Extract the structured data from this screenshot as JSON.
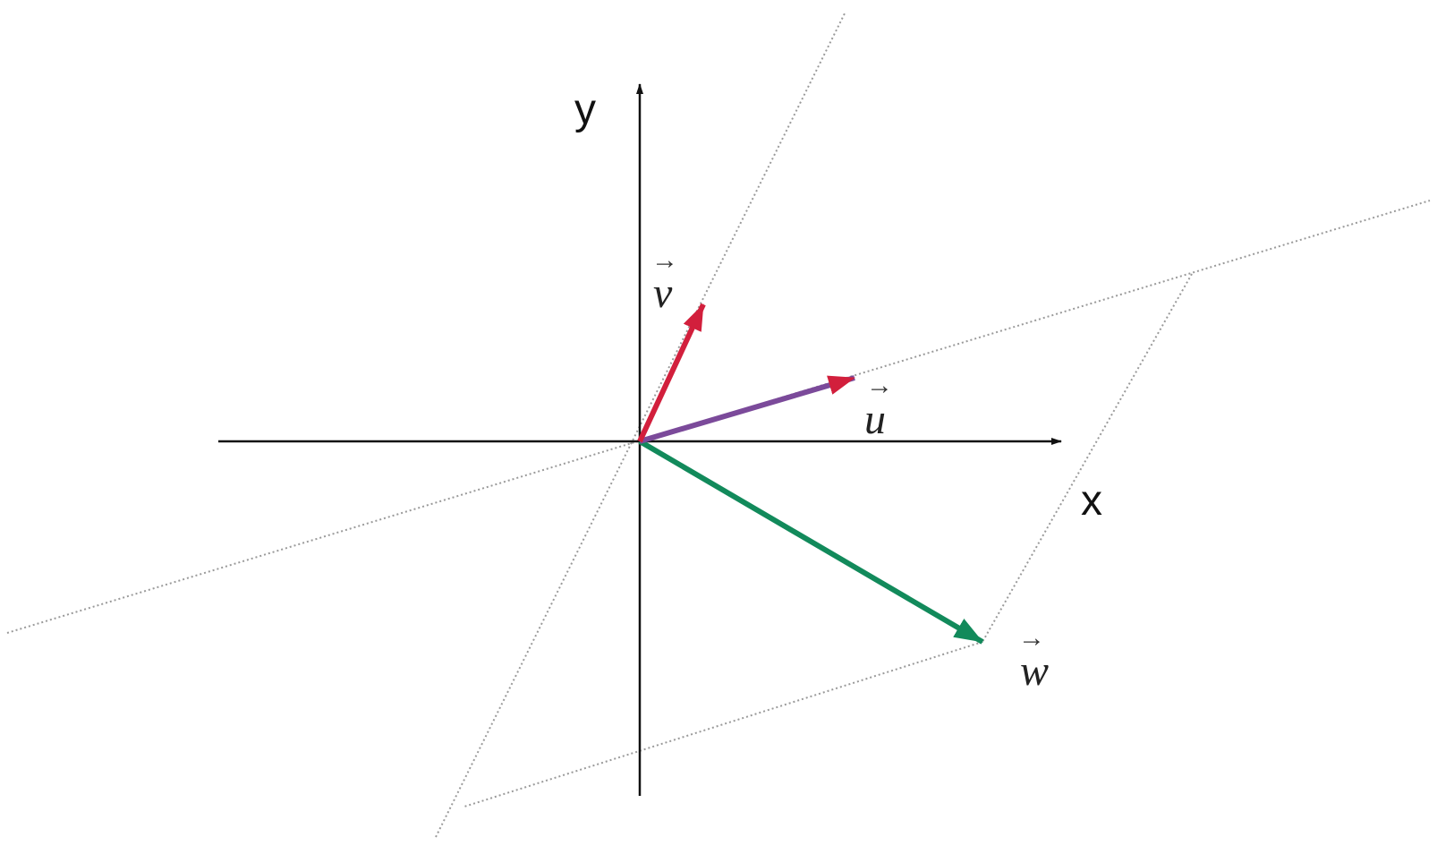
{
  "diagram": {
    "axes": {
      "x_label": "x",
      "y_label": "y"
    },
    "vectors": [
      {
        "id": "v",
        "label": "v",
        "color": "#d21f3c"
      },
      {
        "id": "u",
        "label": "u",
        "color": "#d21f3c",
        "shaft_color": "#7b4a9a"
      },
      {
        "id": "w",
        "label": "w",
        "color": "#128a5b"
      }
    ],
    "colors": {
      "axis": "#111111",
      "guide": "#9a9a9a",
      "background": "#ffffff"
    }
  }
}
